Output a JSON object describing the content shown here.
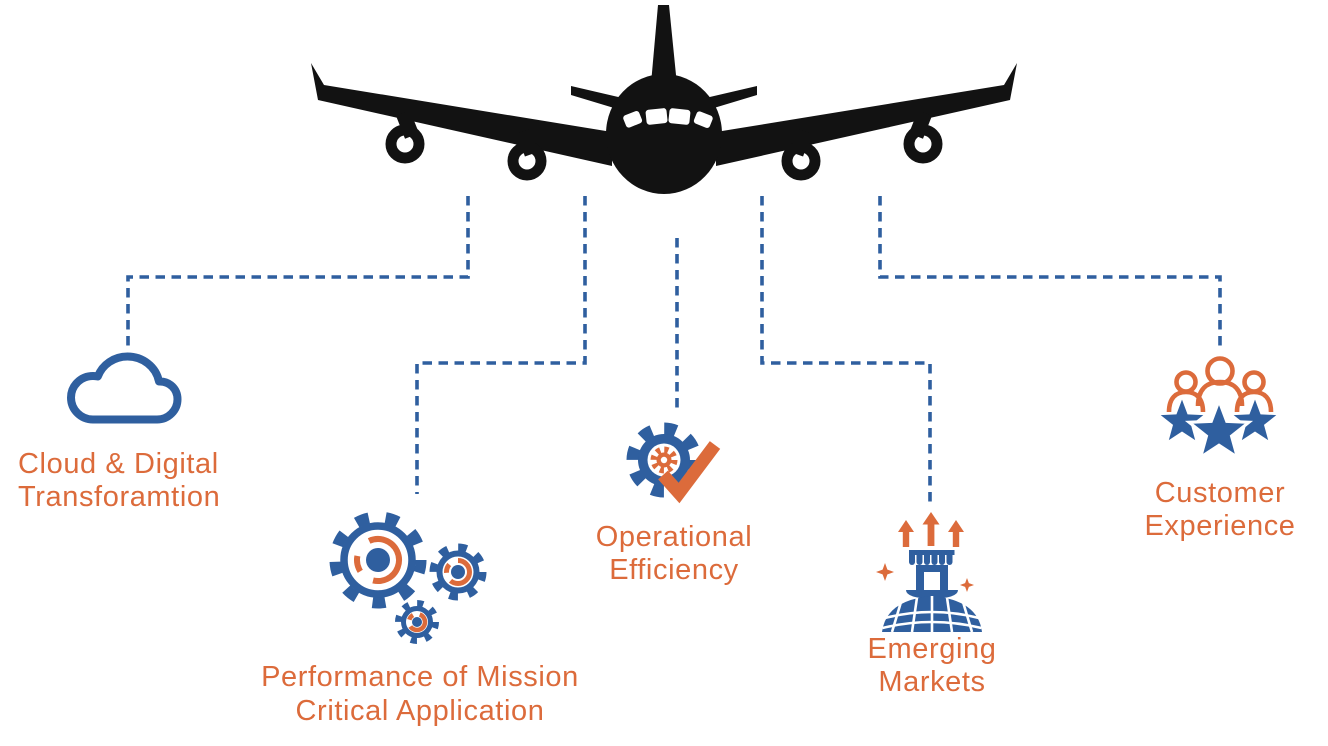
{
  "diagram": {
    "center_icon": "airplane",
    "colors": {
      "orange": "#DC6B3B",
      "blue": "#2F5F9F",
      "ink": "#121212",
      "background": "#FFFFFF"
    },
    "items": [
      {
        "id": "cloud-digital-transformation",
        "icon": "cloud-icon",
        "label_lines": [
          "Cloud & Digital",
          "Transforamtion"
        ]
      },
      {
        "id": "performance-mission-critical",
        "icon": "gears-icon",
        "label_lines": [
          "Performance of Mission",
          "Critical Application"
        ]
      },
      {
        "id": "operational-efficiency",
        "icon": "gear-checkmark-icon",
        "label_lines": [
          "Operational",
          "Efficiency"
        ]
      },
      {
        "id": "emerging-markets",
        "icon": "market-globe-growth-icon",
        "label_lines": [
          "Emerging",
          "Markets"
        ]
      },
      {
        "id": "customer-experience",
        "icon": "customers-stars-icon",
        "label_lines": [
          "Customer",
          "Experience"
        ]
      }
    ]
  }
}
